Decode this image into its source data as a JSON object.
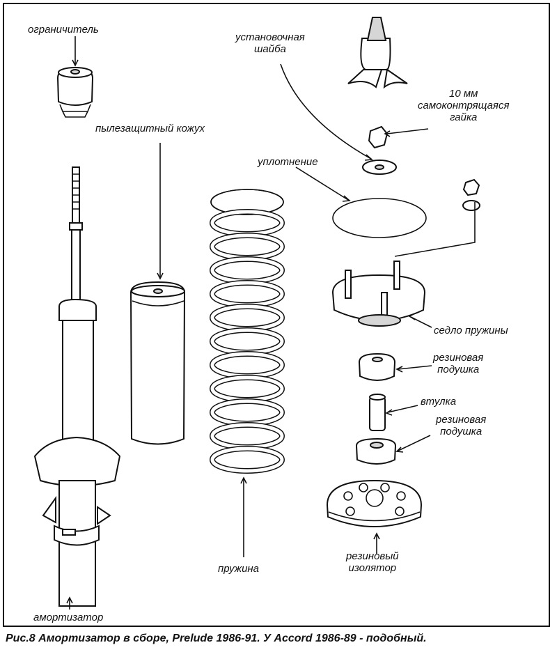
{
  "labels": {
    "limiter": "ограничитель",
    "washer": "установочная\nшайба",
    "nut": "10 мм\nсамоконтрящаяся\nгайка",
    "dust_boot": "пылезащитный кожух",
    "seal": "уплотнение",
    "spring_seat": "седло пружины",
    "rubber_cushion_1": "резиновая\nподушка",
    "bushing": "втулка",
    "rubber_cushion_2": "резиновая\nподушка",
    "spring": "пружина",
    "rubber_insulator": "резиновый\nизолятор",
    "shock_absorber": "амортизатор"
  },
  "caption": "Рис.8 Амортизатор в сборе, Prelude 1986-91. У Accord 1986-89 - подобный."
}
